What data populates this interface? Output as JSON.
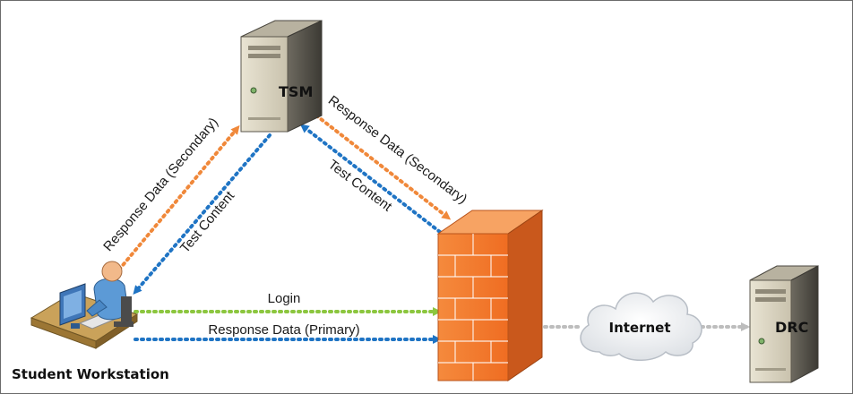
{
  "nodes": {
    "tsm": "TSM",
    "internet": "Internet",
    "drc": "DRC",
    "workstation": "Student Workstation"
  },
  "connections": {
    "login": "Login",
    "response_primary": "Response Data (Primary)",
    "ws_to_tsm_response": "Response Data (Secondary)",
    "tsm_to_ws_content": "Test Content",
    "tsm_to_fw_response": "Response Data (Secondary)",
    "fw_to_tsm_content": "Test Content"
  },
  "colors": {
    "orange_link": "#f0883a",
    "blue_link": "#1f74c4",
    "green_link": "#8cc63f",
    "gray_link": "#bdbdbd",
    "firewall": "#f07a2e"
  }
}
